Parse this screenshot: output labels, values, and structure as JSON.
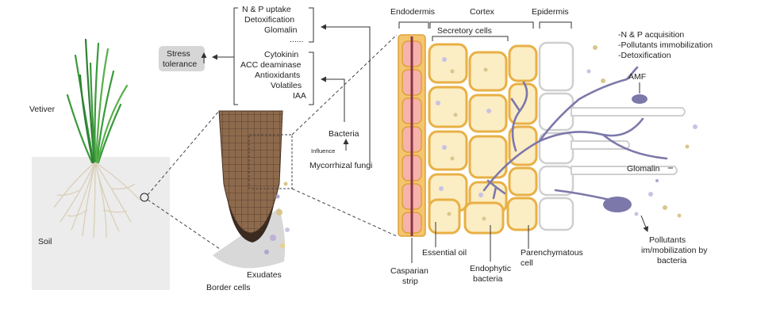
{
  "plant": {
    "name": "Vetiver",
    "soil": "Soil"
  },
  "root_tip": {
    "exudates": "Exudates",
    "border_cells": "Border cells"
  },
  "stress": {
    "line1": "Stress",
    "line2": "tolerance"
  },
  "amf_functions": [
    "N & P uptake",
    "Detoxification",
    "Glomalin",
    "......"
  ],
  "bacteria_functions": [
    "Cytokinin",
    "ACC deaminase",
    "Antioxidants",
    "Volatiles",
    "IAA"
  ],
  "microbes": {
    "bacteria": "Bacteria",
    "influence": "Influence",
    "mycorrhizal_fungi": "Mycorrhizal fungi"
  },
  "tissues": {
    "endodermis": "Endodermis",
    "cortex": "Cortex",
    "epidermis": "Epidermis",
    "secretory_cells": "Secretory cells"
  },
  "cell_labels": {
    "casparian": [
      "Casparian",
      "strip"
    ],
    "essential_oil": "Essential oil",
    "endophytic": [
      "Endophytic",
      "bacteria"
    ],
    "parenchymatous": [
      "Parenchymatous",
      "cell"
    ]
  },
  "right_panel": {
    "benefits": [
      "-N & P acquisition",
      "-Pollutants immobilization",
      "-Detoxification"
    ],
    "amf": "AMF",
    "glomalin": "Glomalin",
    "pollutants": [
      "Pollutants",
      "im/mobilization by",
      "bacteria"
    ]
  },
  "colors": {
    "cell_fill": "#fbedc4",
    "cell_wall": "#e8b045",
    "endo_fill": "#f6b3ac",
    "casparian": "#8a3348",
    "fungi": "#7c78aa",
    "root_tip_fill": "#8e6a4d",
    "soil_bg": "#ececec",
    "stem": "#3a9a3a"
  }
}
